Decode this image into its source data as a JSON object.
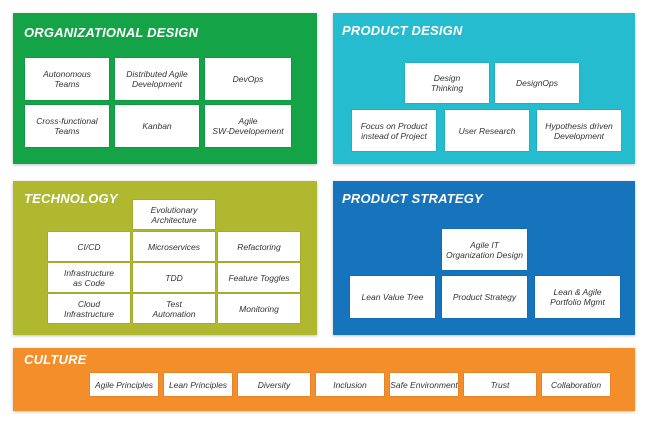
{
  "colors": {
    "organizational_design": "#15a348",
    "product_design": "#25bcd0",
    "technology": "#afb82f",
    "product_strategy": "#1574bb",
    "culture": "#f38e2a"
  },
  "organizational_design": {
    "title": "ORGANIZATIONAL DESIGN",
    "items": [
      "Autonomous\nTeams",
      "Distributed Agile\nDevelopment",
      "DevOps",
      "Cross-functional\nTeams",
      "Kanban",
      "Agile\nSW-Developement"
    ]
  },
  "product_design": {
    "title": "PRODUCT DESIGN",
    "items": [
      "Design\nThinking",
      "DesignOps",
      "Focus on Product\ninstead of Project",
      "User Research",
      "Hypothesis driven\nDevelopment"
    ]
  },
  "technology": {
    "title": "TECHNOLOGY",
    "items": [
      "Evolutionary\nArchitecture",
      "CI/CD",
      "Microservices",
      "Refactoring",
      "Infrastructure\nas Code",
      "TDD",
      "Feature Toggles",
      "Cloud\nInfrastructure",
      "Test\nAutomation",
      "Monitoring"
    ]
  },
  "product_strategy": {
    "title": "PRODUCT STRATEGY",
    "items": [
      "Agile IT\nOrganization Design",
      "Lean Value Tree",
      "Product Strategy",
      "Lean & Agile\nPortfolio Mgmt"
    ]
  },
  "culture": {
    "title": "CULTURE",
    "items": [
      "Agile Principles",
      "Lean Principles",
      "Diversity",
      "Inclusion",
      "Safe Environment",
      "Trust",
      "Collaboration"
    ]
  }
}
